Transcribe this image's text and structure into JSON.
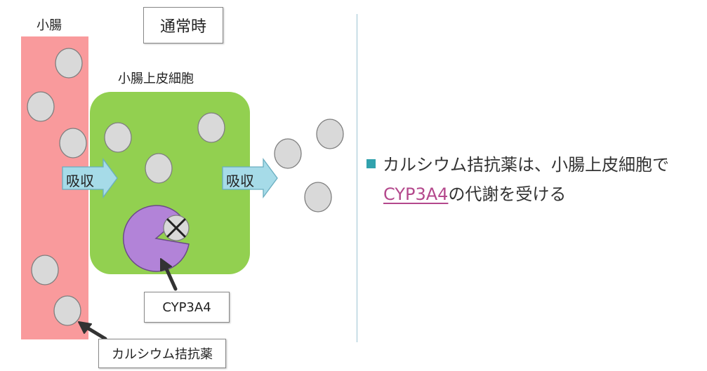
{
  "labels": {
    "intestine": "小腸",
    "condition": "通常時",
    "epithelium": "小腸上皮細胞",
    "absorb_1": "吸収",
    "absorb_2": "吸収",
    "enzyme": "CYP3A4",
    "drug": "カルシウム拮抗薬"
  },
  "note": {
    "line1": "カルシウム拮抗薬は、小腸上皮細胞で",
    "highlight": "CYP3A4",
    "line2_rest": "の代謝を受ける"
  },
  "colors": {
    "intestine": "#f99a9c",
    "epithelium": "#92d050",
    "molecule": "#d9d9d9",
    "enzyme": "#b283d8",
    "arrow": "#a6dbe8",
    "bullet": "#31a2ad",
    "highlight": "#b4488c"
  }
}
